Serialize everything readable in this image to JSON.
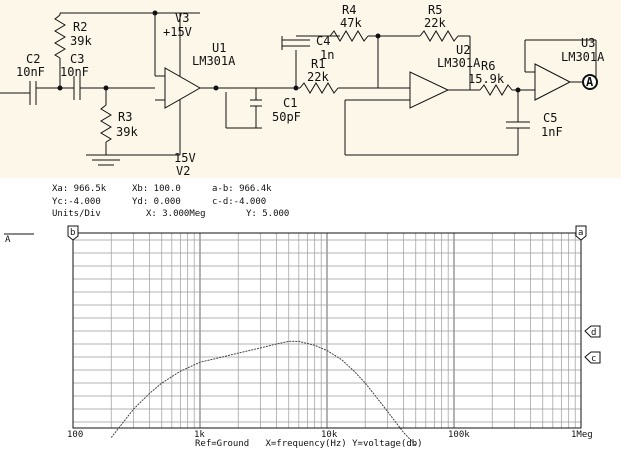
{
  "schematic": {
    "components": [
      {
        "ref": "C2",
        "value": "10nF"
      },
      {
        "ref": "R2",
        "value": "39k"
      },
      {
        "ref": "C3",
        "value": "10nF"
      },
      {
        "ref": "R3",
        "value": "39k"
      },
      {
        "ref": "V3",
        "value": "+15V"
      },
      {
        "ref": "U1",
        "value": "LM301A"
      },
      {
        "ref": "C1",
        "value": "50pF"
      },
      {
        "ref": "V2",
        "value": "15V"
      },
      {
        "ref": "C4",
        "value": "1n"
      },
      {
        "ref": "R4",
        "value": "47k"
      },
      {
        "ref": "R1",
        "value": "22k"
      },
      {
        "ref": "R5",
        "value": "22k"
      },
      {
        "ref": "U2",
        "value": "LM301A"
      },
      {
        "ref": "R6",
        "value": "15.9k"
      },
      {
        "ref": "C5",
        "value": "1nF"
      },
      {
        "ref": "U3",
        "value": "LM301A"
      }
    ],
    "probe_label": "A"
  },
  "readout": {
    "xa": "Xa: 966.5k",
    "xb": "Xb: 100.0",
    "ab": "a-b: 966.4k",
    "yc": "Yc:-4.000",
    "yd": "Yd: 0.000",
    "cd": "c-d:-4.000",
    "units": "Units/Div",
    "xdiv": "X: 3.000Meg",
    "ydiv": "Y: 5.000"
  },
  "plot": {
    "trace_label": "A",
    "cursor_a": "a",
    "cursor_b": "b",
    "cursor_c": "c",
    "cursor_d": "d",
    "x_ticks": [
      "100",
      "1k",
      "10k",
      "100k",
      "1Meg"
    ],
    "footer": "Ref=Ground   X=frequency(Hz) Y=voltage(db)",
    "colors": {
      "grid": "#9a9a9a",
      "trace": "#444444",
      "background": "#ffffff"
    }
  },
  "chart_data": {
    "type": "line",
    "x_scale": "log",
    "xlim": [
      100,
      1000000
    ],
    "xlabel": "X=frequency(Hz)",
    "ylabel": "Y=voltage(db)",
    "y_units_per_div": 5,
    "grid": true,
    "series": [
      {
        "name": "A",
        "x": [
          200,
          250,
          300,
          400,
          500,
          700,
          1000,
          1500,
          2000,
          3000,
          4000,
          5000,
          6000,
          8000,
          10000,
          13000,
          16000,
          20000,
          25000,
          30000,
          40000,
          50000
        ],
        "y": [
          -41,
          -35,
          -30,
          -24,
          -20,
          -15.5,
          -12,
          -10,
          -8.5,
          -6.5,
          -5,
          -4,
          -4,
          -5.5,
          -7.5,
          -11,
          -15,
          -20,
          -26,
          -31,
          -39,
          -44
        ]
      }
    ]
  }
}
